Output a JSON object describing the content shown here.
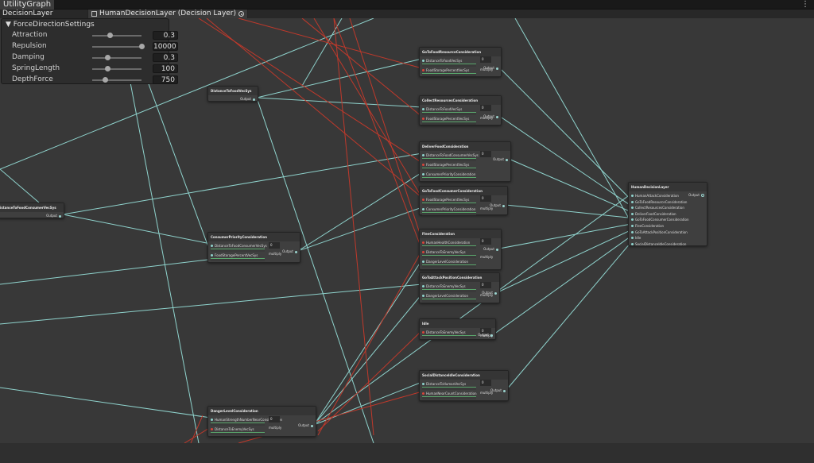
{
  "window": {
    "tab_title": "UtilityGraph",
    "menu_glyph": "⋮"
  },
  "toolbar": {
    "layer_label": "DecisionLayer",
    "asset_label": "HumanDecisionLayer (Decision Layer)",
    "asset_icon": "scriptable-object-icon",
    "ping_icon": "target-icon"
  },
  "settings": {
    "header": "ForceDirectionSettings",
    "fields": [
      {
        "label": "Attraction",
        "value": "0.3",
        "slider": 0.35
      },
      {
        "label": "Repulsion",
        "value": "10000",
        "slider": 1.0
      },
      {
        "label": "Damping",
        "value": "0.3",
        "slider": 0.3
      },
      {
        "label": "SpringLength",
        "value": "100",
        "slider": 0.3
      },
      {
        "label": "DepthForce",
        "value": "750",
        "slider": 0.25
      }
    ]
  },
  "labels": {
    "output": "Output",
    "multiply": "multiply",
    "zero": "0"
  },
  "colors": {
    "background": "#383838",
    "edge_teal": "#8fd3cd",
    "edge_red": "#c0392b",
    "port_teal": "#8fd3cd",
    "port_red": "#d8453a",
    "curve_green": "#5aa66c"
  },
  "nodes": [
    {
      "id": "dist_food",
      "title": "DistanceToFoodVecSys",
      "inputs": [],
      "kind": "source"
    },
    {
      "id": "dist_consumer",
      "title": "istanceToFoodConsumerVecSys",
      "inputs": [],
      "kind": "source"
    },
    {
      "id": "goto_food_res",
      "title": "GoToFoodResourceConsideration",
      "inputs": [
        {
          "name": "DistanceToFoodVecSys",
          "color": "teal"
        },
        {
          "name": "FoodStoragePercentVecSys",
          "color": "red"
        }
      ],
      "kind": "consideration"
    },
    {
      "id": "collect_res",
      "title": "CollectResourcesConsideration",
      "inputs": [
        {
          "name": "DistanceToFoodVecSys",
          "color": "teal"
        },
        {
          "name": "FoodStoragePercentVecSys",
          "color": "red"
        }
      ],
      "kind": "consideration"
    },
    {
      "id": "deliver_food",
      "title": "DeliverFoodConsideration",
      "inputs": [
        {
          "name": "DistanceToFoodConsumerVecSys",
          "color": "teal"
        },
        {
          "name": "FoodStoragePercentVecSys",
          "color": "red"
        },
        {
          "name": "ConsumerPriorityConsideration",
          "color": "teal"
        }
      ],
      "kind": "consideration"
    },
    {
      "id": "goto_consumer",
      "title": "GoToFoodConsumerConsideration",
      "inputs": [
        {
          "name": "FoodStoragePercentVecSys",
          "color": "red"
        },
        {
          "name": "ConsumerPriorityConsideration",
          "color": "teal"
        }
      ],
      "kind": "consideration"
    },
    {
      "id": "consumer_priority",
      "title": "ConsumerPriorityConsideration",
      "inputs": [
        {
          "name": "DistanceToFoodConsumerVecSys",
          "color": "teal"
        },
        {
          "name": "FoodStoragePercentVecSys",
          "color": "teal"
        }
      ],
      "kind": "consideration"
    },
    {
      "id": "flee",
      "title": "FleeConsideration",
      "inputs": [
        {
          "name": "HumanHealthConsideration",
          "color": "red"
        },
        {
          "name": "DistanceToEnemyVecSys",
          "color": "red"
        },
        {
          "name": "DangerLevelConsideration",
          "color": "teal"
        }
      ],
      "kind": "consideration"
    },
    {
      "id": "goto_attack",
      "title": "GoToAttackPositionConsideration",
      "inputs": [
        {
          "name": "DistanceToEnemyVecSys",
          "color": "teal"
        },
        {
          "name": "DangerLevelConsideration",
          "color": "teal"
        }
      ],
      "kind": "consideration"
    },
    {
      "id": "idle",
      "title": "Idle",
      "inputs": [
        {
          "name": "DistanceToEnemyVecSys",
          "color": "red"
        }
      ],
      "kind": "consideration"
    },
    {
      "id": "social",
      "title": "SocialDistanceIdleConsideration",
      "inputs": [
        {
          "name": "DistanceToHumanVecSys",
          "color": "teal"
        },
        {
          "name": "HumanNearCountConsideration",
          "color": "red"
        }
      ],
      "kind": "consideration"
    },
    {
      "id": "danger",
      "title": "DangerLevelConsideration",
      "inputs": [
        {
          "name": "HumanStrengthNumberNearConsideration",
          "color": "teal"
        },
        {
          "name": "DistanceToEnemyVecSys",
          "color": "red"
        }
      ],
      "kind": "consideration"
    },
    {
      "id": "main",
      "title": "HumanDecisionLayer",
      "items": [
        "HumanAttackConsideration",
        "GoToFoodResourceConsideration",
        "CollectResourcesConsideration",
        "DeliverFoodConsideration",
        "GoToFoodConsumerConsideration",
        "FleeConsideration",
        "GoToAttackPositionConsideration",
        "Idle",
        "SocialDistanceIdleConsideration"
      ],
      "kind": "layer"
    }
  ]
}
